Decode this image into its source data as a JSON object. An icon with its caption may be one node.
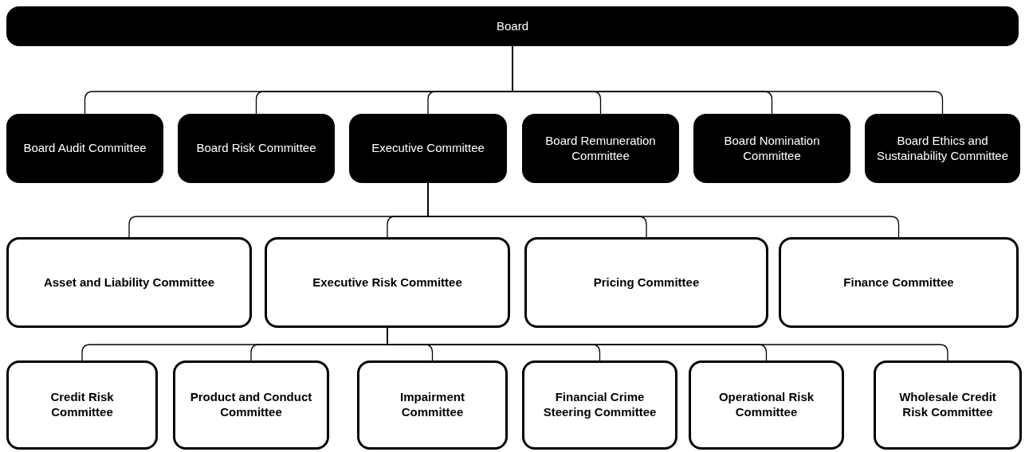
{
  "diagram": {
    "nodes": [
      {
        "text": [
          "Board"
        ]
      },
      {
        "text": [
          "Board Audit Committee"
        ]
      },
      {
        "text": [
          "Board Risk Committee"
        ]
      },
      {
        "text": [
          "Executive Committee"
        ]
      },
      {
        "text": [
          "Board Remuneration Committee"
        ]
      },
      {
        "text": [
          "Board Nomination Committee"
        ]
      },
      {
        "text": [
          "Board Ethics and Sustainability Committee"
        ]
      },
      {
        "text": [
          "Asset and Liability Committee"
        ]
      },
      {
        "text": [
          "Executive Risk Committee"
        ]
      },
      {
        "text": [
          "Pricing Committee"
        ]
      },
      {
        "text": [
          "Finance Committee"
        ]
      },
      {
        "text": [
          "Credit Risk Committee"
        ]
      },
      {
        "text": [
          "Product and Conduct Committee"
        ]
      },
      {
        "text": [
          "Impairment Committee"
        ]
      },
      {
        "text": [
          "Financial Crime Steering Committee"
        ]
      },
      {
        "text": [
          "Operational Risk Committee"
        ]
      },
      {
        "text": [
          "Wholesale Credit Risk Committee"
        ]
      }
    ],
    "edges": [
      {
        "from": 0,
        "to": 1,
        "arrow": "none"
      },
      {
        "from": 0,
        "to": 2,
        "arrow": "none"
      },
      {
        "from": 0,
        "to": 3,
        "arrow": "none"
      },
      {
        "from": 0,
        "to": 4,
        "arrow": "none"
      },
      {
        "from": 0,
        "to": 5,
        "arrow": "none"
      },
      {
        "from": 0,
        "to": 6,
        "arrow": "none"
      },
      {
        "from": 3,
        "to": 7,
        "arrow": "none"
      },
      {
        "from": 3,
        "to": 8,
        "arrow": "none"
      },
      {
        "from": 3,
        "to": 9,
        "arrow": "none"
      },
      {
        "from": 3,
        "to": 10,
        "arrow": "none"
      },
      {
        "from": 8,
        "to": 11,
        "arrow": "none"
      },
      {
        "from": 8,
        "to": 12,
        "arrow": "none"
      },
      {
        "from": 8,
        "to": 13,
        "arrow": "none"
      },
      {
        "from": 8,
        "to": 14,
        "arrow": "none"
      },
      {
        "from": 8,
        "to": 15,
        "arrow": "none"
      },
      {
        "from": 8,
        "to": 16,
        "arrow": "none"
      }
    ]
  }
}
